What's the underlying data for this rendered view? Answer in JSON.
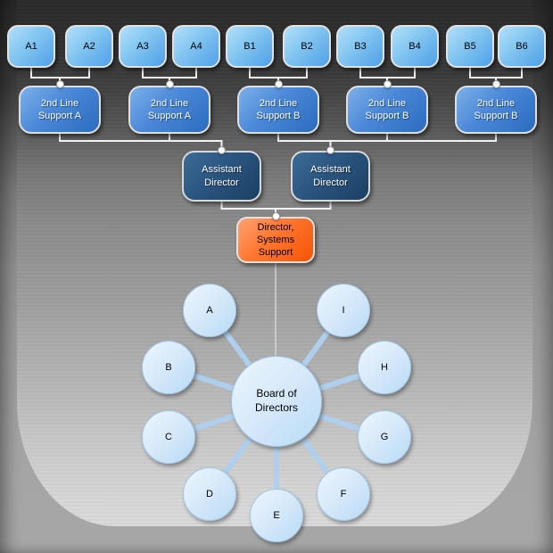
{
  "org": {
    "top_row": [
      "A1",
      "A2",
      "A3",
      "A4",
      "B1",
      "B2",
      "B3",
      "B4",
      "B5",
      "B6"
    ],
    "support_row": [
      "2nd Line Support A",
      "2nd Line Support A",
      "2nd Line Support B",
      "2nd Line Support B",
      "2nd Line Support B"
    ],
    "assistant_directors": [
      "Assistant Director",
      "Assistant Director"
    ],
    "director": "Director, Systems Support",
    "hub": "Board of Directors",
    "satellites": [
      "A",
      "B",
      "C",
      "D",
      "E",
      "F",
      "G",
      "H",
      "I"
    ],
    "colors": {
      "top_box_blue": "#4f9fe7",
      "support_blue": "#3a7cd0",
      "assistant_navy": "#24496f",
      "director_orange": "#f65303",
      "circle_light_blue": "#cfe4f7",
      "spoke_blue": "#aed0ee",
      "connector_white": "#f2f2f2",
      "junction_dot": "#ffffff",
      "background_top_dark": "#2c2c2c",
      "background_bottom_light": "#d9d9d9"
    }
  }
}
